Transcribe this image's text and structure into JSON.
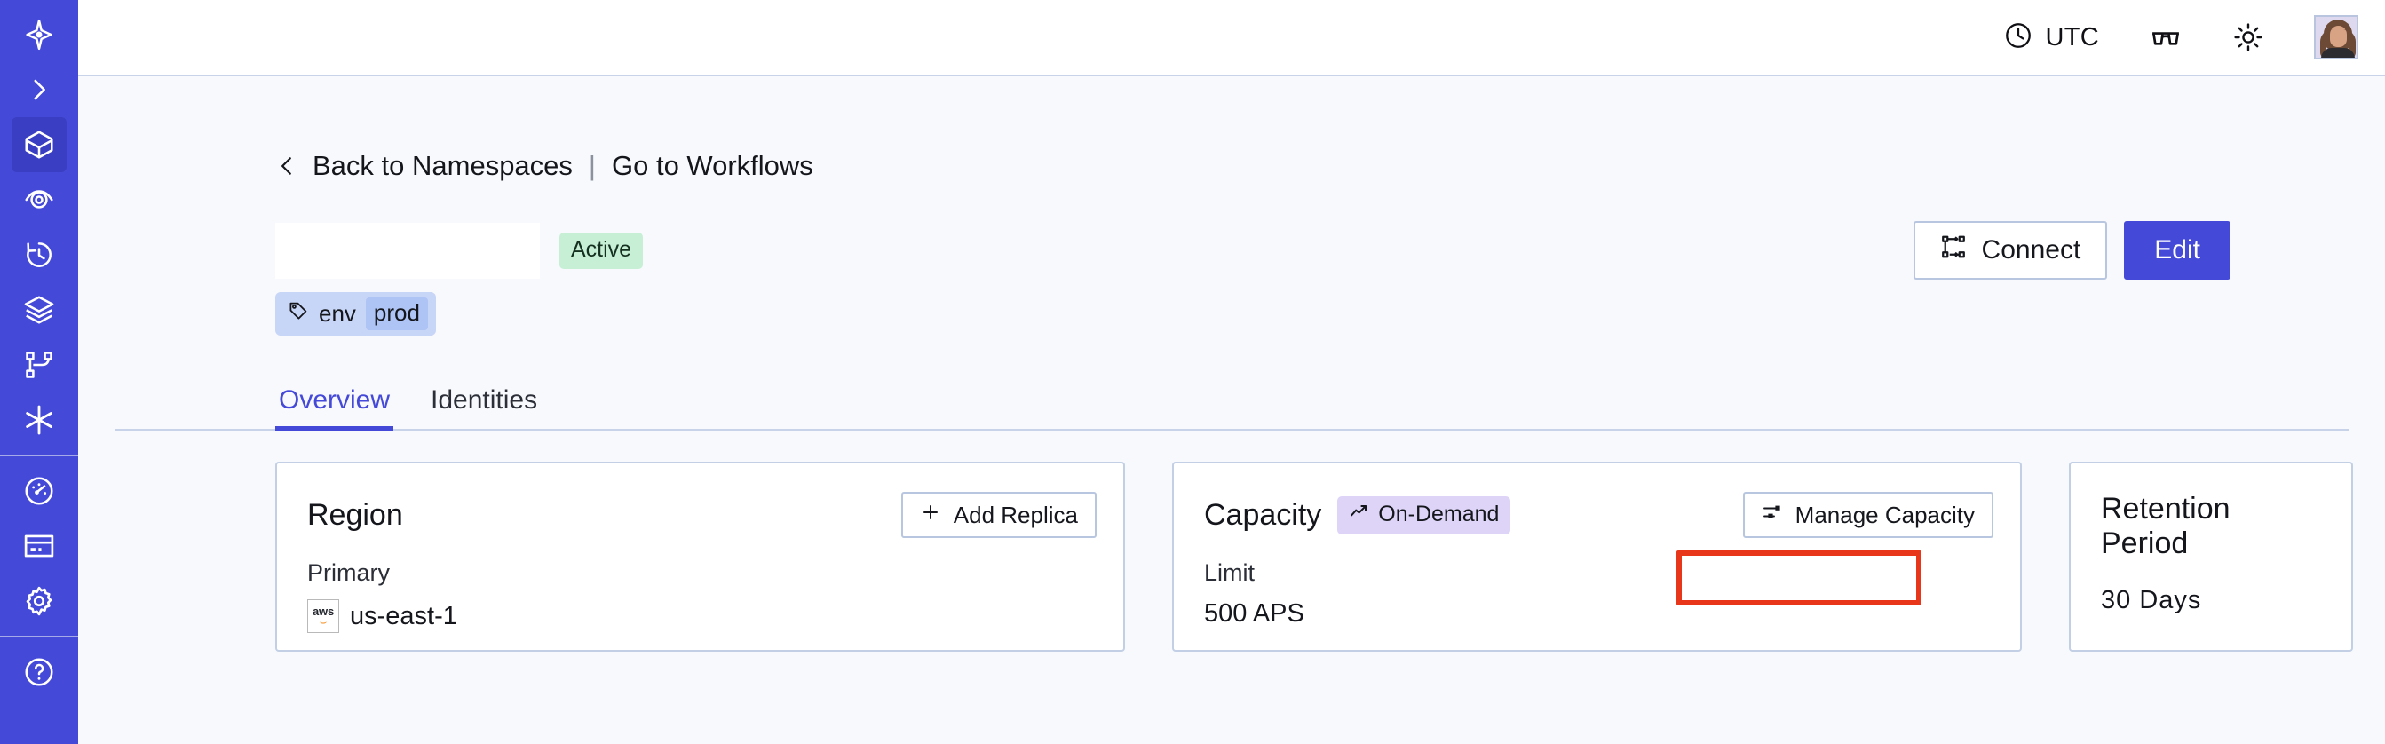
{
  "topbar": {
    "timezone_label": "UTC",
    "icons": [
      "clock-icon",
      "glasses-icon",
      "sun-icon",
      "avatar"
    ]
  },
  "sidebar": {
    "items": [
      {
        "icon": "temporal-logo-icon",
        "label": "Temporal",
        "active": false
      },
      {
        "icon": "chevron-right-icon",
        "label": "Expand",
        "active": false
      },
      {
        "icon": "cube-icon",
        "label": "Namespaces",
        "active": true
      },
      {
        "icon": "eye-scan-icon",
        "label": "Observability",
        "active": false
      },
      {
        "icon": "history-clock-icon",
        "label": "Schedules",
        "active": false
      },
      {
        "icon": "layers-icon",
        "label": "Workers",
        "active": false
      },
      {
        "icon": "workflow-nodes-icon",
        "label": "Workflows",
        "active": false
      },
      {
        "icon": "asterisk-icon",
        "label": "Nexus",
        "active": false
      },
      {
        "icon": "gauge-icon",
        "label": "Usage",
        "active": false
      },
      {
        "icon": "credit-card-icon",
        "label": "Billing",
        "active": false
      },
      {
        "icon": "gear-icon",
        "label": "Settings",
        "active": false
      }
    ]
  },
  "breadcrumb": {
    "back_icon": "chevron-left-icon",
    "back_label": "Back to Namespaces",
    "divider": "|",
    "forward_label": "Go to Workflows"
  },
  "namespace": {
    "title": "",
    "status_badge": "Active",
    "tag": {
      "icon": "tag-icon",
      "key": "env",
      "value": "prod"
    }
  },
  "actions": {
    "connect_label": "Connect",
    "connect_icon": "connect-flow-icon",
    "edit_label": "Edit"
  },
  "tabs": [
    {
      "label": "Overview",
      "active": true
    },
    {
      "label": "Identities",
      "active": false
    }
  ],
  "cards": {
    "region": {
      "title": "Region",
      "action_label": "Add Replica",
      "action_icon": "plus-icon",
      "sub_label": "Primary",
      "provider_icon": "aws-logo",
      "provider_text": "aws",
      "value": "us-east-1"
    },
    "capacity": {
      "title": "Capacity",
      "badge_label": "On-Demand",
      "badge_icon": "trending-up-icon",
      "action_label": "Manage Capacity",
      "action_icon": "sliders-icon",
      "sub_label": "Limit",
      "value": "500 APS"
    },
    "retention": {
      "title": "Retention Period",
      "value": "30 Days"
    }
  },
  "annotation": {
    "target": "manage-capacity-button",
    "color": "#e8361b"
  },
  "colors": {
    "accent": "#4549d8",
    "sidebar": "#4549d8",
    "page_bg": "#f7f9fc",
    "card_border": "#c2cfe4",
    "badge_active_bg": "#c6efd6",
    "badge_ondemand_bg": "#ddd4f7",
    "tag_bg": "#c7d5f7",
    "tag_value_bg": "#aec4f5",
    "annotation_red": "#e8361b"
  }
}
